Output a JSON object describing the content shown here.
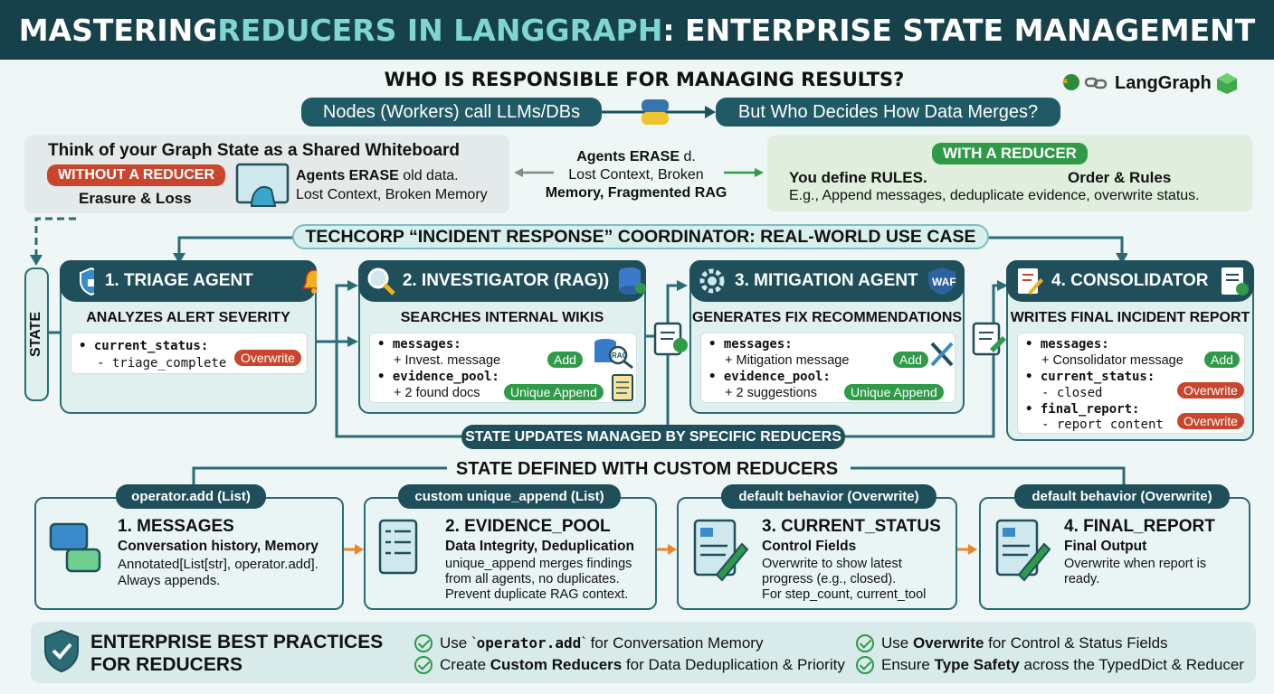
{
  "header": {
    "title_pre": "MASTERING ",
    "title_hl": "REDUCERS IN LANGGRAPH",
    "title_post": ": ENTERPRISE STATE MANAGEMENT"
  },
  "question": "WHO IS RESPONSIBLE FOR MANAGING RESULTS?",
  "brand": {
    "name": "LangGraph"
  },
  "flow": {
    "left": "Nodes (Workers) call LLMs/DBs",
    "right": "But Who Decides How Data Merges?"
  },
  "whiteboard": {
    "title": "Think of your Graph State as a Shared Whiteboard",
    "badge": "WITHOUT A REDUCER",
    "sub": "Erasure & Loss",
    "desc_bold": "Agents ERASE",
    "desc_rest": " old data.",
    "desc2": "Lost Context, Broken Memory"
  },
  "middle": {
    "l1_bold": "Agents ERASE",
    "l1_rest": " d.",
    "l2": "Lost Context, Broken",
    "l3": "Memory, Fragmented RAG"
  },
  "reducer": {
    "badge": "WITH A REDUCER",
    "line1": "You define RULES.",
    "line1b": "Order & Rules",
    "line2": "E.g., Append messages, deduplicate evidence, overwrite status."
  },
  "usecase": "TECHCORP “INCIDENT RESPONSE” COORDINATOR: REAL-WORLD USE CASE",
  "state_label": "STATE",
  "agents": [
    {
      "title": "1. TRIAGE AGENT",
      "sub": "ANALYZES ALERT SEVERITY",
      "f1": "current_status:",
      "f1v": "- triage_complete",
      "t1": "Overwrite"
    },
    {
      "title": "2. INVESTIGATOR (RAG))",
      "sub": "SEARCHES INTERNAL WIKIS",
      "f1": "messages:",
      "f1v": "+ Invest. message",
      "t1": "Add",
      "f2": "evidence_pool:",
      "f2v": "+ 2 found docs",
      "t2": "Unique Append"
    },
    {
      "title": "3. MITIGATION AGENT",
      "sub": "GENERATES FIX RECOMMENDATIONS",
      "f1": "messages:",
      "f1v": "+ Mitigation message",
      "t1": "Add",
      "f2": "evidence_pool:",
      "f2v": "+ 2 suggestions",
      "t2": "Unique Append"
    },
    {
      "title": "4. CONSOLIDATOR",
      "sub": "WRITES FINAL INCIDENT REPORT",
      "f1": "messages:",
      "f1v": "+ Consolidator message",
      "t1": "Add",
      "f2": "current_status:",
      "f2v": "- closed",
      "t2": "Overwrite",
      "f3": "final_report:",
      "f3v": "- report content",
      "t3": "Overwrite"
    }
  ],
  "icons": {
    "waf": "WAF",
    "rag": "RAG"
  },
  "state_updates": "STATE UPDATES MANAGED BY SPECIFIC REDUCERS",
  "custom_title": "STATE DEFINED WITH CUSTOM REDUCERS",
  "fields": [
    {
      "pill": "operator.add (List)",
      "title": "1. MESSAGES",
      "sub": "Conversation history, Memory",
      "d1": "Annotated[List[str], operator.add].",
      "d2": "Always appends.",
      "d3": ""
    },
    {
      "pill": "custom unique_append (List)",
      "title": "2. EVIDENCE_POOL",
      "sub": "Data Integrity, Deduplication",
      "d1": "unique_append merges findings",
      "d2": "from all agents, no duplicates.",
      "d3": "Prevent duplicate RAG context."
    },
    {
      "pill": "default behavior (Overwrite)",
      "title": "3. CURRENT_STATUS",
      "sub": "Control Fields",
      "d1": "Overwrite to show latest",
      "d2": "progress (e.g., closed).",
      "d3": "For step_count, current_tool"
    },
    {
      "pill": "default behavior (Overwrite)",
      "title": "4. FINAL_REPORT",
      "sub": "Final Output",
      "d1": "Overwrite when report is",
      "d2": "ready.",
      "d3": ""
    }
  ],
  "practices": {
    "title1": "ENTERPRISE BEST PRACTICES",
    "title2": "FOR REDUCERS",
    "p1a": "Use `",
    "p1b": "operator.add",
    "p1c": "` for Conversation Memory",
    "p2a": "Create ",
    "p2b": "Custom Reducers",
    "p2c": " for Data Deduplication & Priority",
    "p3a": "Use ",
    "p3b": "Overwrite",
    "p3c": " for Control & Status Fields",
    "p4a": "Ensure ",
    "p4b": "Type Safety",
    "p4c": " across the TypedDict & Reducer"
  },
  "colors": {
    "header": "#16404a",
    "accent": "#7fd6cf",
    "overwrite": "#c9452d",
    "add": "#2f9a48",
    "arrow": "#e8862a"
  }
}
